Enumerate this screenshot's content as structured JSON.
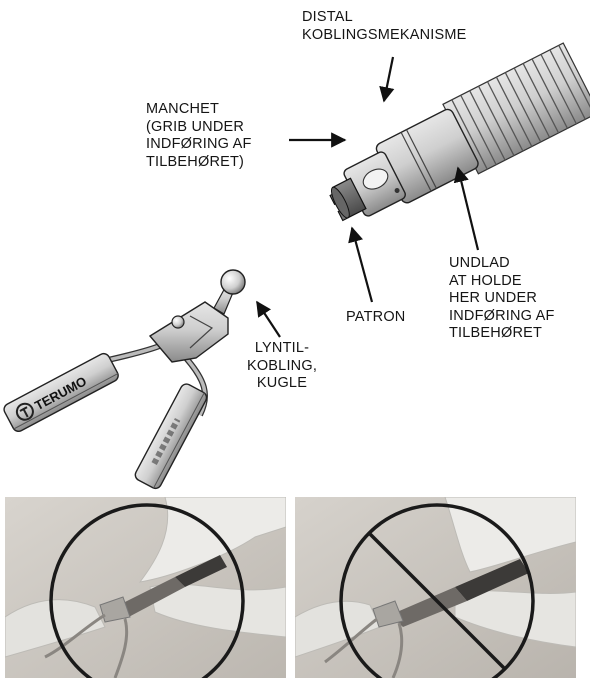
{
  "labels": {
    "distal": [
      "DISTAL",
      "KOBLINGSMEKANISME"
    ],
    "manchet": [
      "MANCHET",
      "(GRIB UNDER",
      "INDFØRING AF",
      "TILBEHØRET)"
    ],
    "patron": [
      "PATRON"
    ],
    "undlad": [
      "UNDLAD",
      "AT HOLDE",
      "HER UNDER",
      "INDFØRING AF",
      "TILBEHØRET"
    ],
    "lyntil": [
      "LYNTIL-",
      "KOBLING,",
      "KUGLE"
    ]
  },
  "device": {
    "brand_logo": "TERUMO"
  },
  "photos": [
    {
      "status": "correct",
      "overlay": "circle"
    },
    {
      "status": "incorrect",
      "overlay": "prohibition-circle"
    }
  ],
  "colors": {
    "text": "#151515",
    "line": "#111111",
    "photo_bg": "#cfcbc5",
    "glove": "#e9e8e4"
  }
}
